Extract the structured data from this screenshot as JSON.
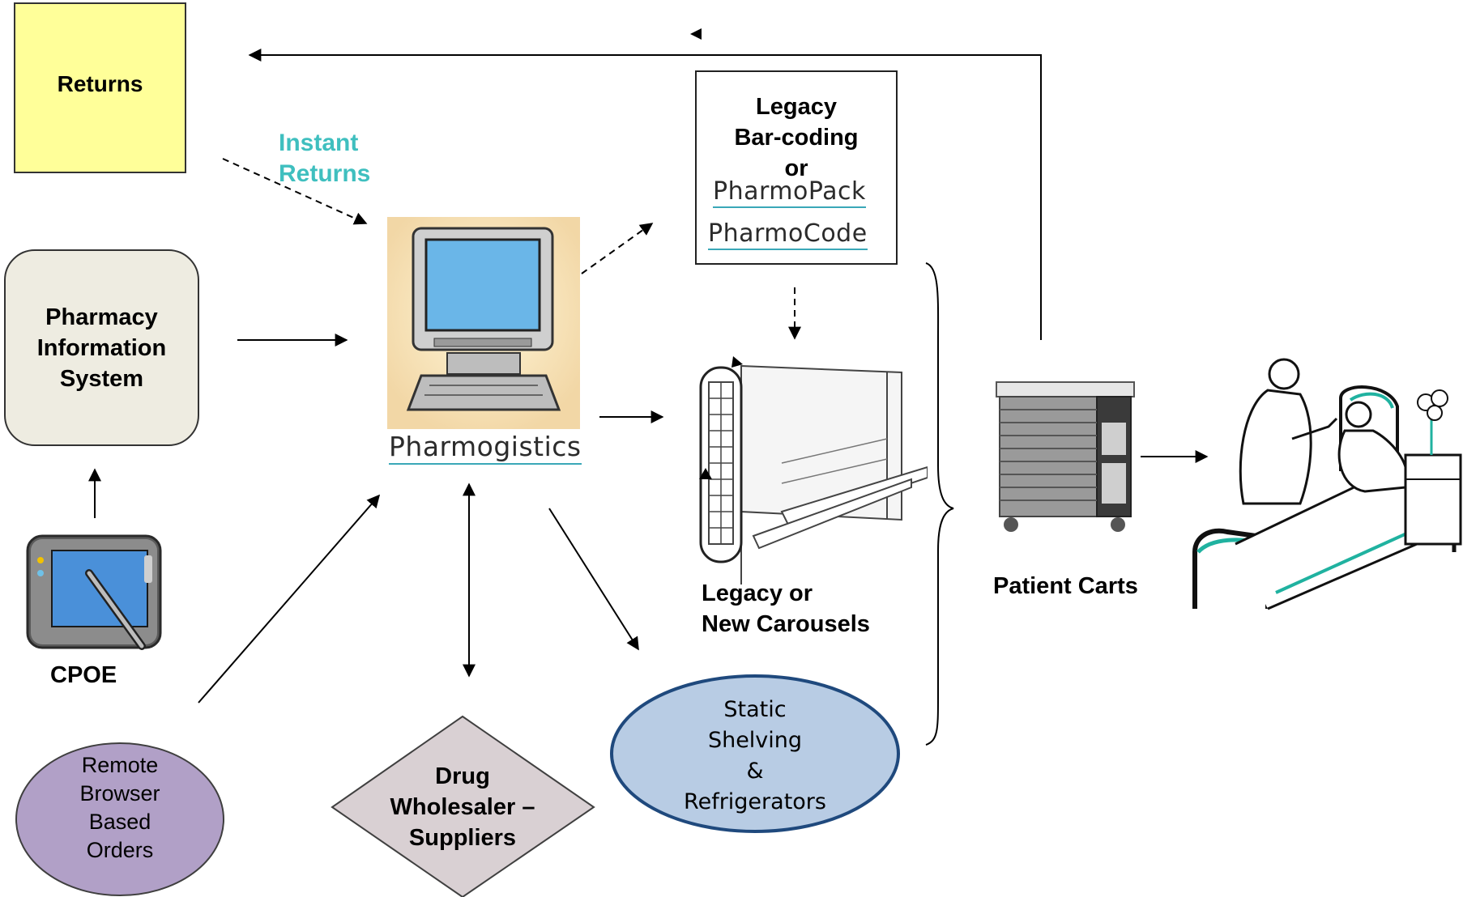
{
  "nodes": {
    "returns": "Returns",
    "instant_returns": [
      "Instant",
      "Returns"
    ],
    "pharmacy_info": [
      "Pharmacy",
      "Information",
      "System"
    ],
    "cpoe": "CPOE",
    "remote": [
      "Remote",
      "Browser",
      "Based",
      "Orders"
    ],
    "legacy_barcoding": [
      "Legacy",
      "Bar-coding",
      "or"
    ],
    "pharmopack": "PharmoPack",
    "pharmocode": "PharmoCode",
    "pharmogistics": "Pharmogistics",
    "carousels": [
      "Legacy or",
      "New Carousels"
    ],
    "static_shelving": [
      "Static",
      "Shelving",
      "&",
      "Refrigerators"
    ],
    "drug_wholesaler": [
      "Drug",
      "Wholesaler –",
      "Suppliers"
    ],
    "patient_carts": "Patient Carts"
  },
  "colors": {
    "returns_fill": "#ffff99",
    "instant_returns_text": "#3fbfbf",
    "pharmacy_fill": "#eeece1",
    "remote_fill": "#b1a0c7",
    "static_fill": "#b8cce4",
    "static_border": "#1f497d",
    "wholesaler_fill": "#d9d0d3",
    "logo_accent": "#3aa8b8"
  }
}
